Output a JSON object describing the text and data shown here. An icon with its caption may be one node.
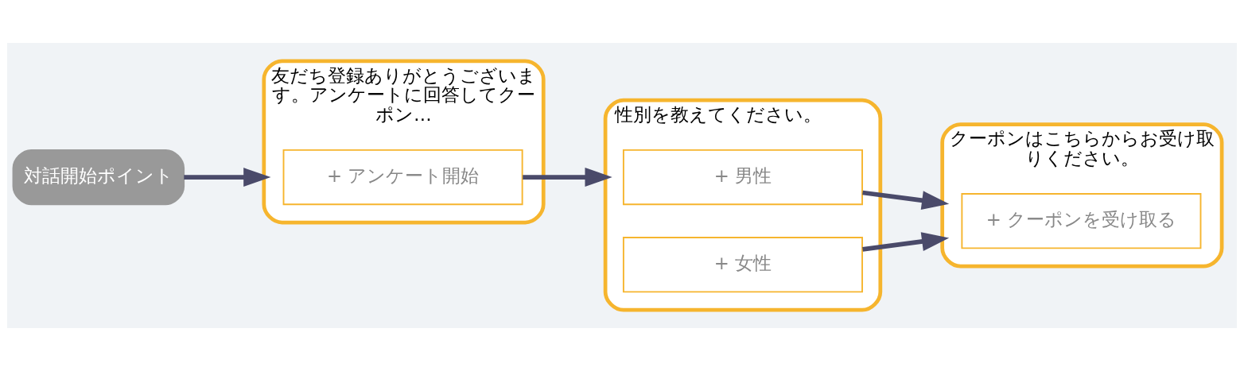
{
  "diagram": {
    "nodes": [
      {
        "text": [
          "対話開始ポイント"
        ]
      },
      {
        "text": [
          "友だち登録ありがとうございます。アンケートに回答してクーポン…"
        ]
      },
      {
        "text": [
          "+ アンケート開始"
        ],
        "in": 1
      },
      {
        "text": [
          "性別を教えてください。"
        ]
      },
      {
        "text": [
          "+ 男性"
        ],
        "in": 3
      },
      {
        "text": [
          "+ 女性"
        ],
        "in": 3
      },
      {
        "text": [
          "クーポンはこちらからお受け取りください。"
        ]
      },
      {
        "text": [
          "+ クーポンを受け取る"
        ],
        "in": 6
      }
    ],
    "edges": [
      {
        "from": 0,
        "to": 1,
        "arrow": "to"
      },
      {
        "from": 2,
        "to": 3,
        "arrow": "to"
      },
      {
        "from": 4,
        "to": 6,
        "arrow": "to"
      },
      {
        "from": 5,
        "to": 6,
        "arrow": "to"
      }
    ]
  }
}
